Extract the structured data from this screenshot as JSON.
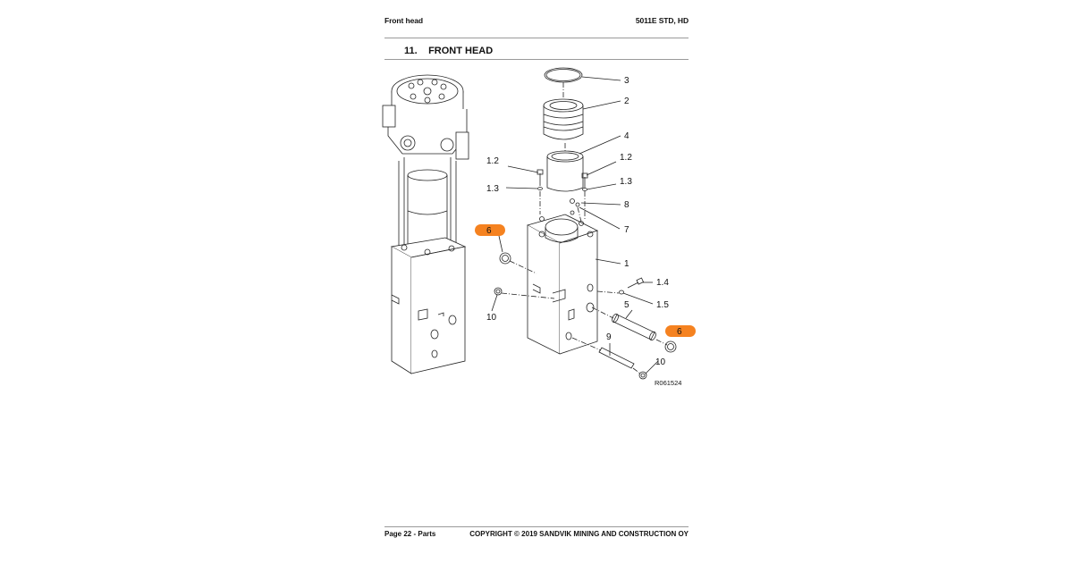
{
  "header": {
    "left": "Front head",
    "right": "5011E STD, HD"
  },
  "section": {
    "number": "11.",
    "title": "FRONT HEAD"
  },
  "diagram": {
    "callouts": [
      "3",
      "2",
      "4",
      "1.2",
      "1.2",
      "1.3",
      "1.3",
      "8",
      "7",
      "6",
      "1",
      "1.4",
      "1.5",
      "10",
      "5",
      "9",
      "6",
      "10"
    ],
    "highlight_color": "#f58220",
    "reference": "R061524"
  },
  "footer": {
    "left": "Page 22 - Parts",
    "right": "COPYRIGHT © 2019 SANDVIK MINING AND CONSTRUCTION OY"
  }
}
